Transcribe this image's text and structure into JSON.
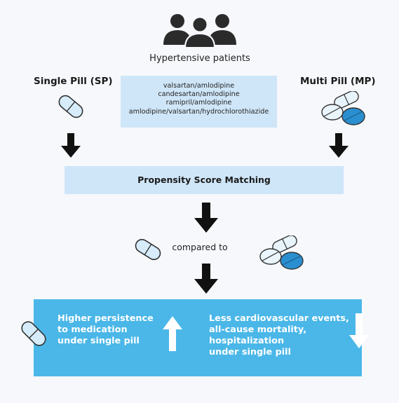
{
  "header": {
    "title": "Hypertensive patients"
  },
  "single_pill": {
    "label": "Single Pill (SP)"
  },
  "multi_pill": {
    "label": "Multi Pill (MP)"
  },
  "drug_combinations": [
    "valsartan/amlodipine",
    "candesartan/amlodipine",
    "ramipril/amlodipine",
    "amlodipine/valsartan/hydrochlorothiazide"
  ],
  "matching": {
    "label": "Propensity Score Matching"
  },
  "comparison": {
    "label": "compared to"
  },
  "results": {
    "left": [
      "Higher persistence",
      "to medication",
      "under single pill"
    ],
    "right": [
      "Less cardiovascular events,",
      "all-cause mortality,",
      "hospitalization",
      "under single pill"
    ]
  },
  "colors": {
    "accent_light": "#cfe6f8",
    "accent": "#4ab7e8",
    "pill_fill": "#d6ecfa",
    "pill_dark": "#2a8fd0",
    "arrow": "#111111"
  },
  "icons": [
    "people-icon",
    "single-pill-icon",
    "multi-pill-icon",
    "down-arrow-icon",
    "up-arrow-icon"
  ]
}
